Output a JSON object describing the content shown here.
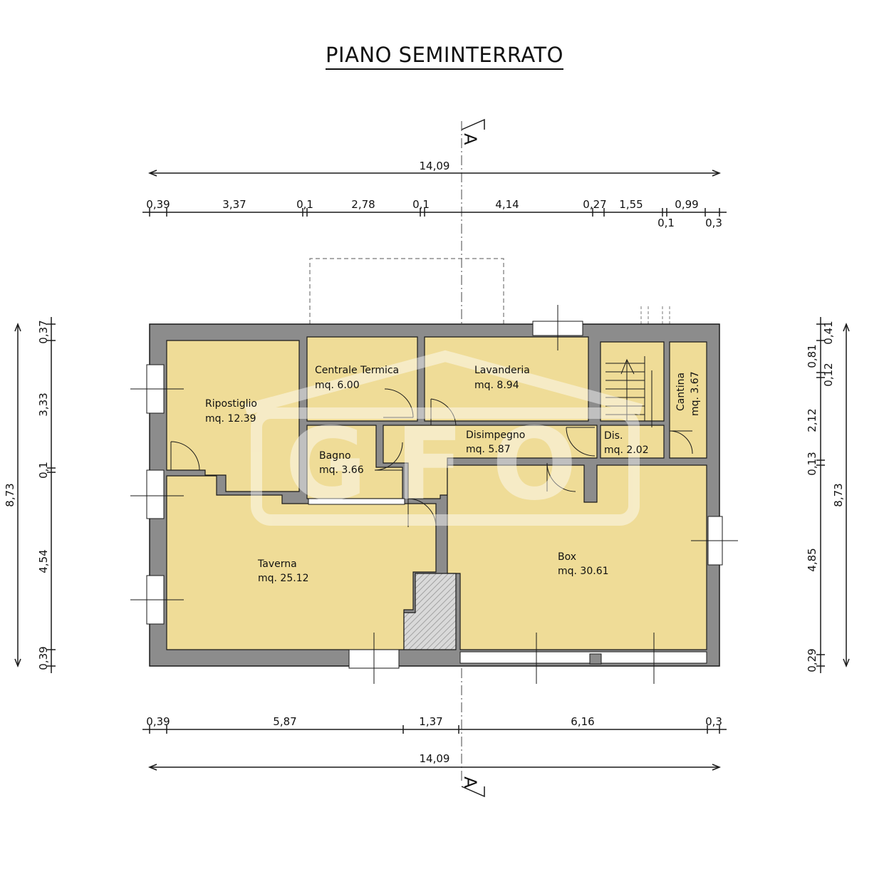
{
  "title": "PIANO SEMINTERRATO",
  "section_marker": "A",
  "watermark": "GFO",
  "colors": {
    "room_fill": "#efdc97",
    "wall": "#8c8c8c",
    "line": "#1a1a1a",
    "hatch": "#a8a8a8"
  },
  "rooms": [
    {
      "name": "Ripostiglio",
      "area": "mq. 12.39"
    },
    {
      "name": "Centrale Termica",
      "area": "mq. 6.00"
    },
    {
      "name": "Lavanderia",
      "area": "mq. 8.94"
    },
    {
      "name": "Bagno",
      "area": "mq. 3.66"
    },
    {
      "name": "Disimpegno",
      "area": "mq. 5.87"
    },
    {
      "name": "Dis.",
      "area": "mq. 2.02"
    },
    {
      "name": "Cantina",
      "area": "mq. 3.67"
    },
    {
      "name": "Taverna",
      "area": "mq. 25.12"
    },
    {
      "name": "Box",
      "area": "mq. 30.61"
    }
  ],
  "dims": {
    "top_total": "14,09",
    "top": [
      "0,39",
      "3,37",
      "0,1",
      "2,78",
      "0,1",
      "4,14",
      "0,27",
      "1,55",
      "0,99"
    ],
    "top_small": [
      "0,1",
      "0,3"
    ],
    "bottom": [
      "0,39",
      "5,87",
      "1,37",
      "6,16",
      "0,3"
    ],
    "bottom_total": "14,09",
    "left": [
      "0,37",
      "3,33",
      "0,1",
      "4,54",
      "0,39"
    ],
    "left_total": "8,73",
    "right": [
      "0,41",
      "0,81",
      "0,12",
      "2,12",
      "0,13",
      "4,85",
      "0,29"
    ],
    "right_total": "8,73"
  }
}
